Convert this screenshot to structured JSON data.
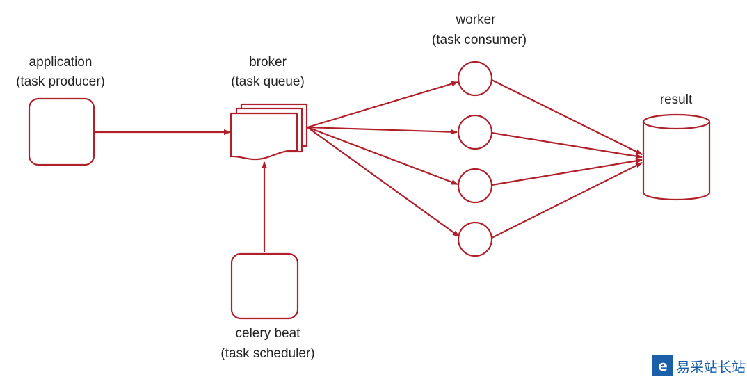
{
  "colors": {
    "accent": "#b0202a"
  },
  "nodes": {
    "application": {
      "title": "application",
      "subtitle": "(task producer)"
    },
    "broker": {
      "title": "broker",
      "subtitle": "(task queue)"
    },
    "worker": {
      "title": "worker",
      "subtitle": "(task consumer)"
    },
    "result": {
      "title": "result"
    },
    "scheduler": {
      "title": "celery beat",
      "subtitle": "(task scheduler)"
    }
  },
  "watermark": {
    "text": "易采站长站",
    "icon": "e-logo-icon"
  }
}
